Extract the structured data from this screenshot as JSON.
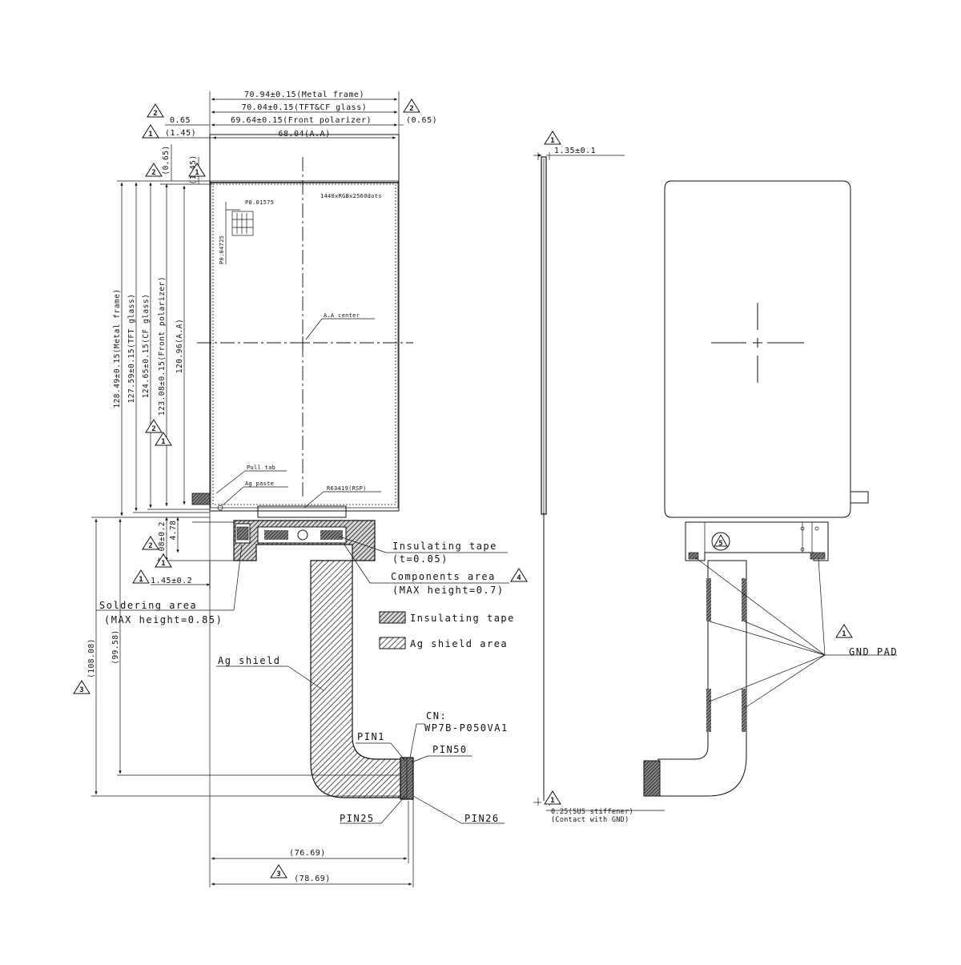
{
  "front_view": {
    "dim_metal_frame_w": "70.94±0.15(Metal frame)",
    "dim_tft_cf_w": "70.04±0.15(TFT&CF glass)",
    "dim_front_pol_w": "69.64±0.15(Front polarizer)",
    "dim_aa_w": "68.04(A.A)",
    "dim_065_left": "0.65",
    "dim_145_left": "(1.45)",
    "dim_065_right": "(0.65)",
    "dim_065_vert": "(0.65)",
    "dim_145_vert": "(1.45)",
    "dim_metal_frame_h": "128.49±0.15(Metal frame)",
    "dim_tft_h": "127.59±0.15(TFT glass)",
    "dim_cf_h": "124.65±0.15(CF glass)",
    "dim_front_pol_h": "123.08±0.15(Front polarizer)",
    "dim_aa_h": "120.96(A.A)",
    "pixel_pitch_h": "P0.01575",
    "pixel_pitch_v": "P0.04725",
    "resolution_text": "1440xRGBx2560dots",
    "aa_center": "A.A center",
    "pull_tab": "Pull tab",
    "ag_paste": "Ag paste",
    "driver_ic": "R63419(RSP)",
    "dim_478": "4.78",
    "dim_508": "5.08±0.2",
    "dim_145_bottom": "1.45±0.2",
    "insulating_tape_title": "Insulating tape",
    "insulating_tape_t": "(t=0.05)",
    "components_area": "Components area",
    "components_max": "(MAX height=0.7)",
    "soldering_area": "Soldering area",
    "soldering_max": "(MAX height=0.85)",
    "legend_insulating": "Insulating tape",
    "legend_ag_shield": "Ag shield area",
    "ag_shield": "Ag shield",
    "cn_label": "CN:",
    "cn_part": "WP7B-P050VA1",
    "pin1": "PIN1",
    "pin50": "PIN50",
    "pin25": "PIN25",
    "pin26": "PIN26",
    "dim_10808": "(108.08)",
    "dim_9958": "(99.58)",
    "dim_7669": "(76.69)",
    "dim_7869": "(78.69)"
  },
  "side_view": {
    "dim_thickness": "1.35±0.1",
    "sus_stiffener": "0.25(SUS stiffener)",
    "contact_gnd": "(Contact with GND)"
  },
  "back_view": {
    "gnd_pad": "GND PAD"
  },
  "revision_marks": {
    "rev1": "1",
    "rev2": "2",
    "rev3": "3",
    "rev4": "4",
    "rev5": "5"
  }
}
